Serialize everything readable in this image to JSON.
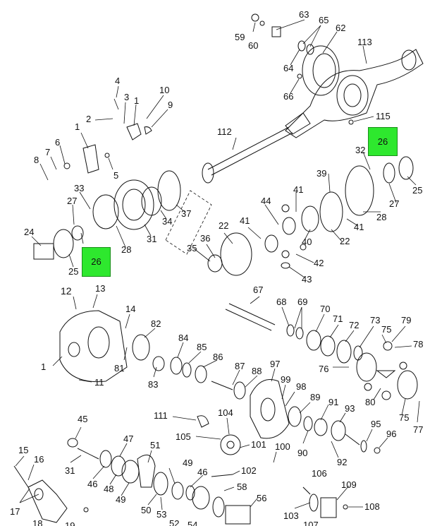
{
  "labels": {
    "l59": "59",
    "l60": "60",
    "l63": "63",
    "l65": "65",
    "l62": "62",
    "l113": "113",
    "l64": "64",
    "l66": "66",
    "l115": "115",
    "l112": "112",
    "l4": "4",
    "l3": "3",
    "l1a": "1",
    "l10": "10",
    "l9": "9",
    "l2": "2",
    "l1b": "1",
    "l6": "6",
    "l7": "7",
    "l8": "8",
    "l5": "5",
    "l32": "32",
    "l26a": "26",
    "l25a": "25",
    "l39": "39",
    "l27a": "27",
    "l28a": "28",
    "l41a": "41",
    "l44": "44",
    "l41b": "41",
    "l22a": "22",
    "l40": "40",
    "l33": "33",
    "l27b": "27",
    "l31": "31",
    "l34": "34",
    "l37": "37",
    "l28b": "28",
    "l24": "24",
    "l25b": "25",
    "l26b": "26",
    "l36": "36",
    "l22b": "22",
    "l41c": "41",
    "l35": "35",
    "l42": "42",
    "l43": "43",
    "l12": "12",
    "l13": "13",
    "l14": "14",
    "l67": "67",
    "l68": "68",
    "l69": "69",
    "l70": "70",
    "l71": "71",
    "l72": "72",
    "l73": "73",
    "l75a": "75",
    "l79": "79",
    "l78": "78",
    "l82": "82",
    "l84": "84",
    "l85": "85",
    "l86": "86",
    "l81": "81",
    "l1c": "1",
    "l83": "83",
    "l11": "11",
    "l87": "87",
    "l88": "88",
    "l97": "97",
    "l99": "99",
    "l98": "98",
    "l76": "76",
    "l80": "80",
    "l75b": "75",
    "l77": "77",
    "l89": "89",
    "l91": "91",
    "l93": "93",
    "l95": "95",
    "l96": "96",
    "l90": "90",
    "l92": "92",
    "l111": "111",
    "l104": "104",
    "l45": "45",
    "l105": "105",
    "l101": "101",
    "l100": "100",
    "l47": "47",
    "l51": "51",
    "l15": "15",
    "l16": "16",
    "l31b": "31",
    "l46a": "46",
    "l48": "48",
    "l49a": "49",
    "l49b": "49",
    "l46b": "46",
    "l102": "102",
    "l58": "58",
    "l106": "106",
    "l109": "109",
    "l56": "56",
    "l17": "17",
    "l18": "18",
    "l19": "19",
    "l50": "50",
    "l53": "53",
    "l52": "52",
    "l54": "54",
    "l103": "103",
    "l107": "107",
    "l108": "108"
  },
  "highlight_color": "#2ee82e"
}
